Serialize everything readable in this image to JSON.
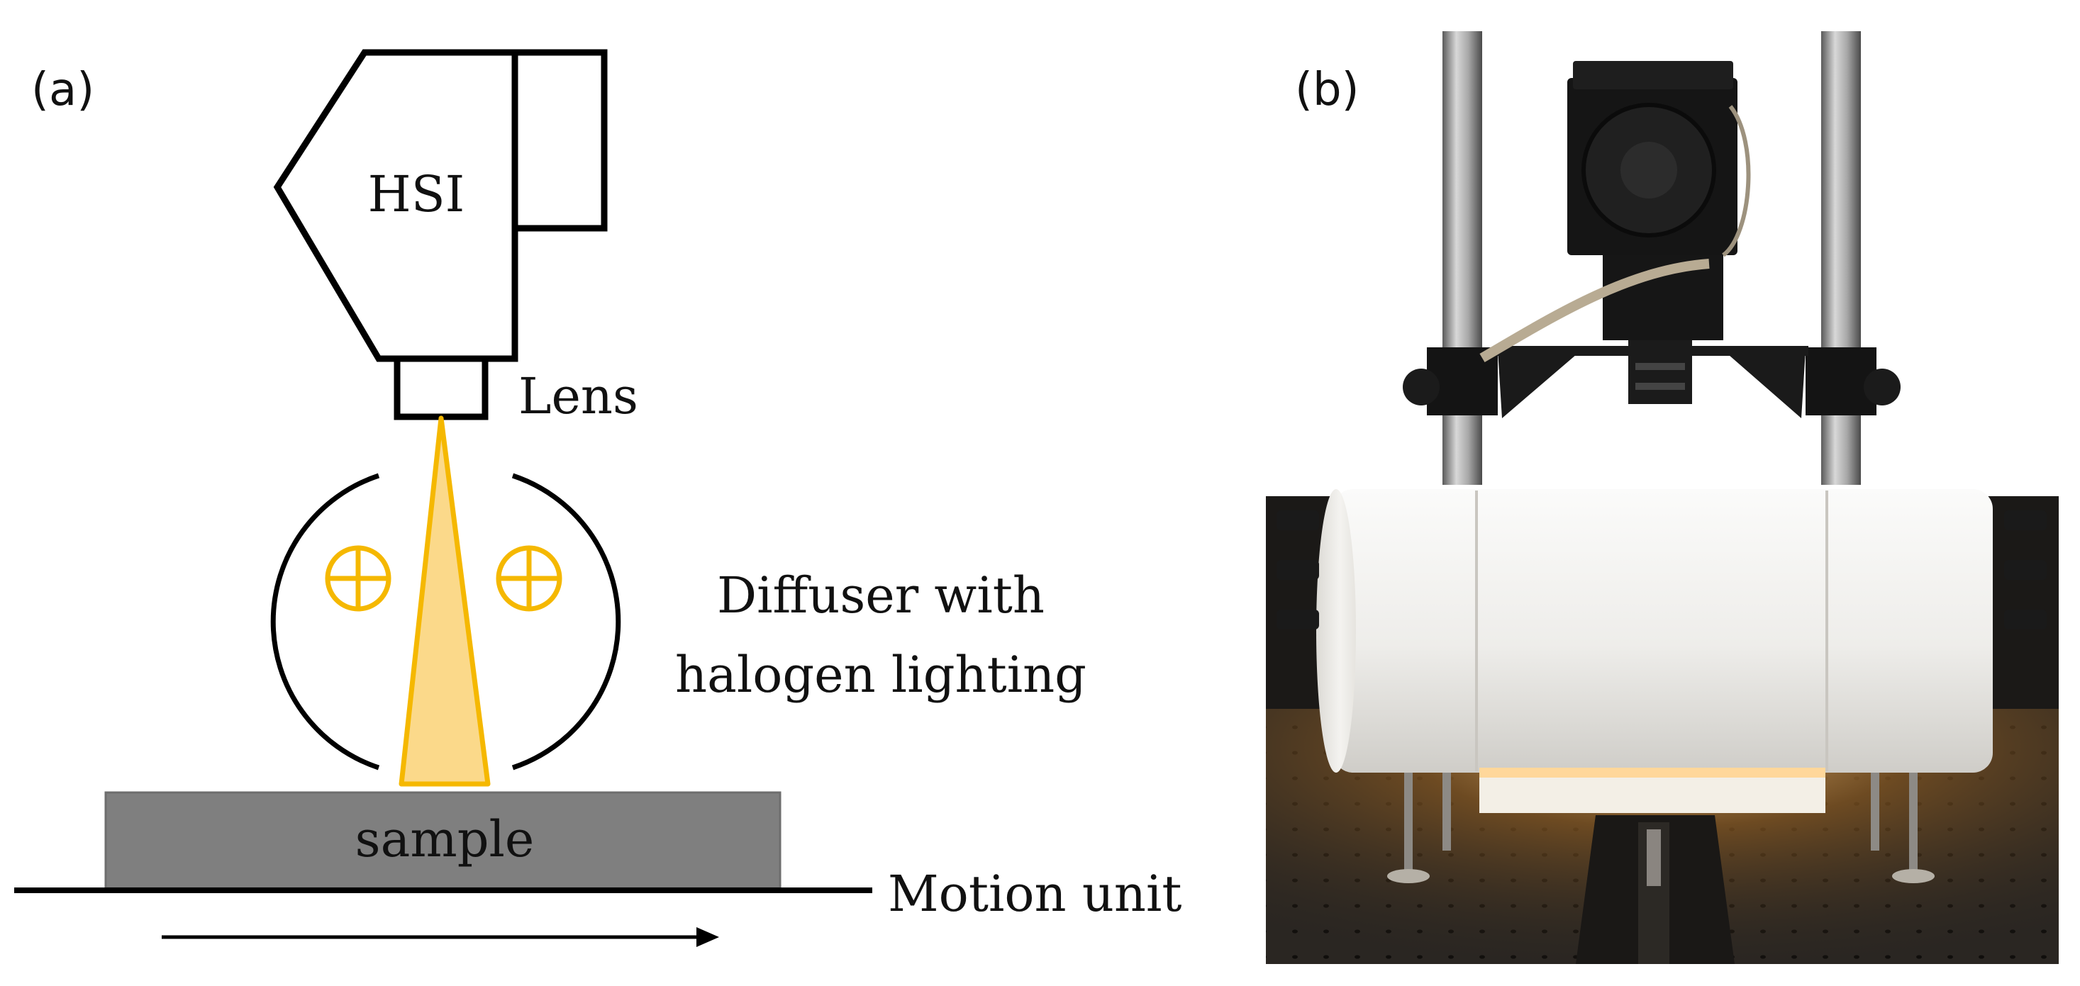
{
  "panel_a": {
    "label": "(a)",
    "camera_label": "HSI",
    "lens_label": "Lens",
    "diffuser_label_line1": "Diffuser with",
    "diffuser_label_line2": "halogen lighting",
    "sample_label": "sample",
    "motion_label": "Motion unit"
  },
  "panel_b": {
    "label": "(b)"
  },
  "colors": {
    "halogen": "#f5b800",
    "beam_fill": "#fbd98a",
    "sample_fill": "#7f7f7f",
    "diffuser_white": "#f2f1ee",
    "table_dark": "#2a2622"
  }
}
